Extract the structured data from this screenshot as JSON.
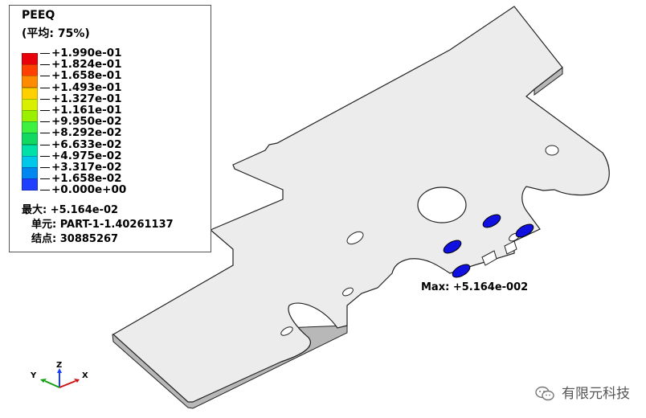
{
  "legend": {
    "title": "PEEQ",
    "subtitle": "(平均: 75%)",
    "ticks": [
      "+1.990e-01",
      "+1.824e-01",
      "+1.658e-01",
      "+1.493e-01",
      "+1.327e-01",
      "+1.161e-01",
      "+9.950e-02",
      "+8.292e-02",
      "+6.633e-02",
      "+4.975e-02",
      "+3.317e-02",
      "+1.658e-02",
      "+0.000e+00"
    ],
    "band_colors": [
      "#e8000b",
      "#ff4000",
      "#ff8c00",
      "#ffd000",
      "#d8f000",
      "#9af000",
      "#3ef040",
      "#10d860",
      "#00e0a8",
      "#00c8e8",
      "#0088f0",
      "#2040ff"
    ],
    "max_line": "最大: +5.164e-02",
    "element_line": "单元: PART-1-1.40261137",
    "node_line": "结点: 30885267"
  },
  "annotation": {
    "max_label": "Max: +5.164e-002"
  },
  "axes": {
    "x": "X",
    "y": "Y",
    "z": "Z"
  },
  "watermark": {
    "text": "有限元科技"
  },
  "colors": {
    "plate": "#ececec",
    "edge": "#222222",
    "hot": "#1010e0"
  }
}
